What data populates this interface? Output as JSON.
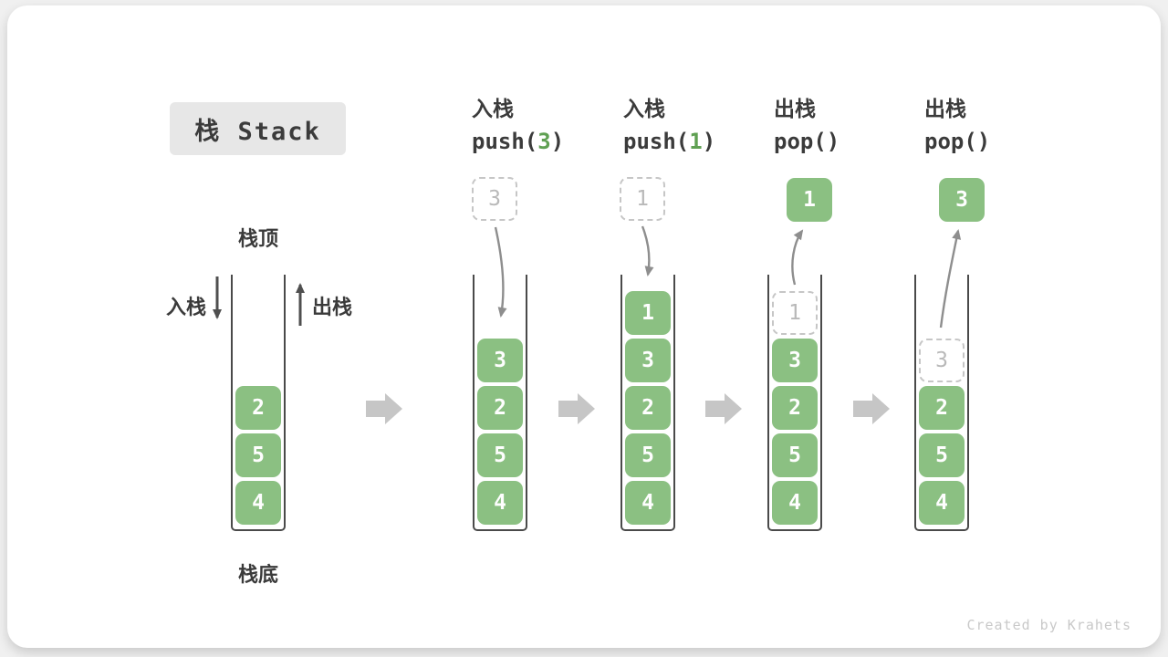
{
  "colors": {
    "background": "#f0f0f0",
    "card": "#ffffff",
    "title_box_bg": "#e7e7e7",
    "text_dark": "#3b3b3b",
    "green": "#8bc082",
    "green_dark": "#5fa052",
    "gray_light": "#c6c6c6",
    "gray_mid": "#8e8e8e",
    "ghost_text": "#b9b9b9",
    "wall": "#4a4a4a",
    "credit_text": "#c9c9c9"
  },
  "title_box": {
    "label": "栈 Stack"
  },
  "credit": "Created by Krahets",
  "anatomy": {
    "top_label": "栈顶",
    "bottom_label": "栈底",
    "push_label": "入栈",
    "pop_label": "出栈",
    "items": [
      "2",
      "5",
      "4"
    ]
  },
  "stages": [
    {
      "op_label": "入栈",
      "code": {
        "pre": "push(",
        "arg": "3",
        "post": ")"
      },
      "floating_value": "3",
      "items": [
        "3",
        "2",
        "5",
        "4"
      ]
    },
    {
      "op_label": "入栈",
      "code": {
        "pre": "push(",
        "arg": "1",
        "post": ")"
      },
      "floating_value": "1",
      "items": [
        "1",
        "3",
        "2",
        "5",
        "4"
      ]
    },
    {
      "op_label": "出栈",
      "code": {
        "pre": "pop()",
        "arg": "",
        "post": ""
      },
      "popped_value": "1",
      "ghost_value": "1",
      "items": [
        "3",
        "2",
        "5",
        "4"
      ]
    },
    {
      "op_label": "出栈",
      "code": {
        "pre": "pop()",
        "arg": "",
        "post": ""
      },
      "popped_value": "3",
      "ghost_value": "3",
      "items": [
        "2",
        "5",
        "4"
      ]
    }
  ]
}
